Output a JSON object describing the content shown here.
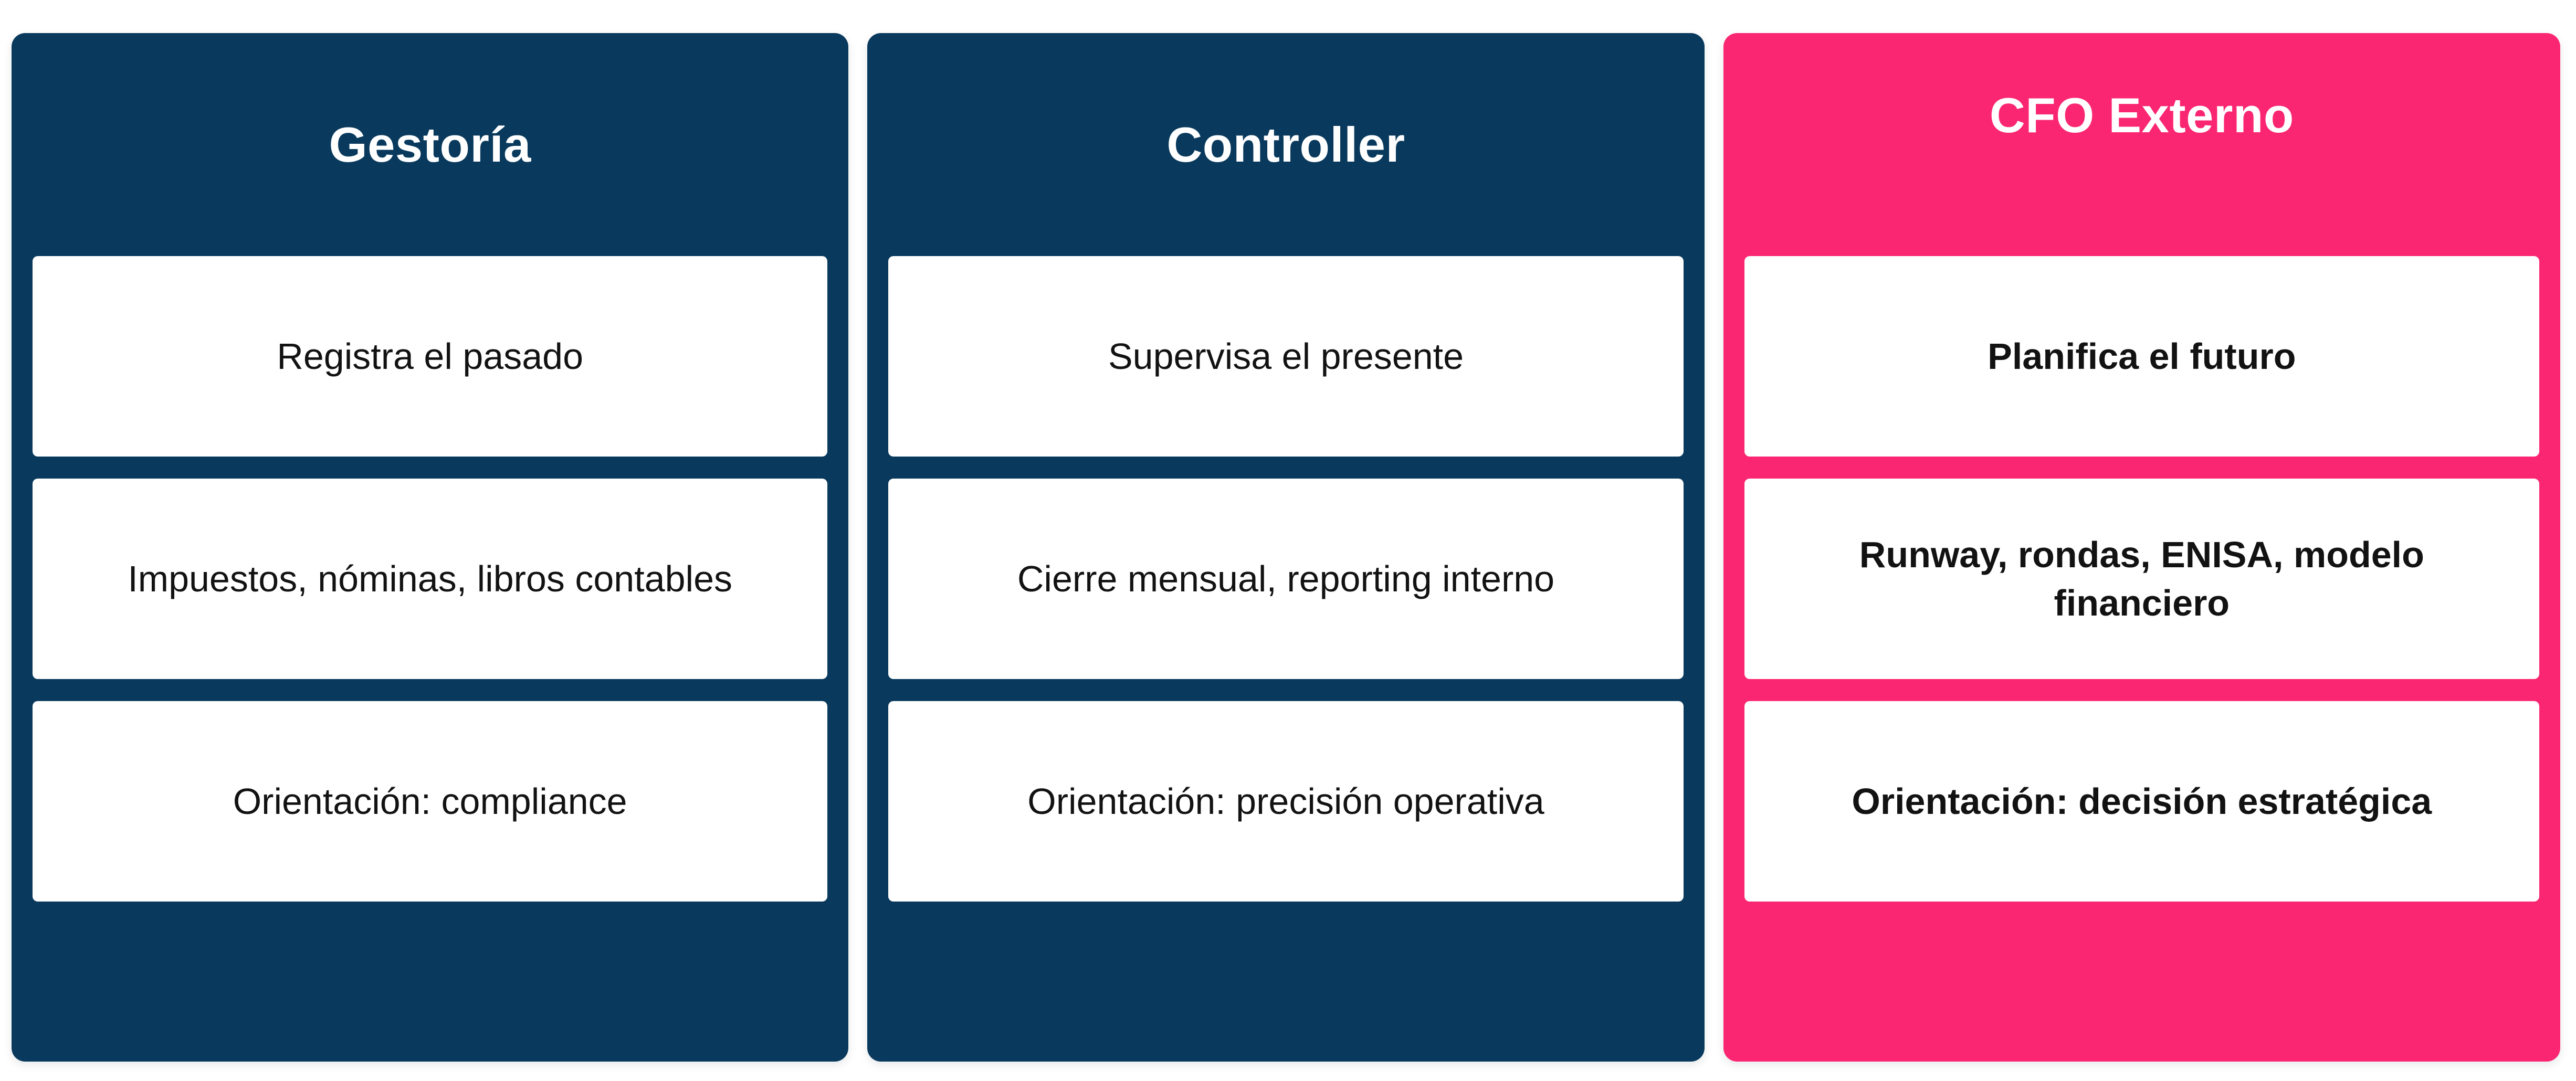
{
  "colors": {
    "navy": "#093a5d",
    "pink": "#fb2672",
    "card_background": "#ffffff",
    "title_text": "#ffffff",
    "card_text": "#121212",
    "page_background": "#ffffff"
  },
  "columns": [
    {
      "id": "gestoria",
      "title": "Gestoría",
      "accent": "navy",
      "cards": [
        "Registra el pasado",
        "Impuestos, nóminas, libros contables",
        "Orientación: compliance"
      ]
    },
    {
      "id": "controller",
      "title": "Controller",
      "accent": "navy",
      "cards": [
        "Supervisa el presente",
        "Cierre mensual, reporting interno",
        "Orientación: precisión operativa"
      ]
    },
    {
      "id": "cfo-externo",
      "title": "CFO Externo",
      "accent": "pink",
      "cards": [
        "Planifica el futuro",
        "Runway, rondas, ENISA, modelo financiero",
        "Orientación: decisión estratégica"
      ]
    }
  ]
}
